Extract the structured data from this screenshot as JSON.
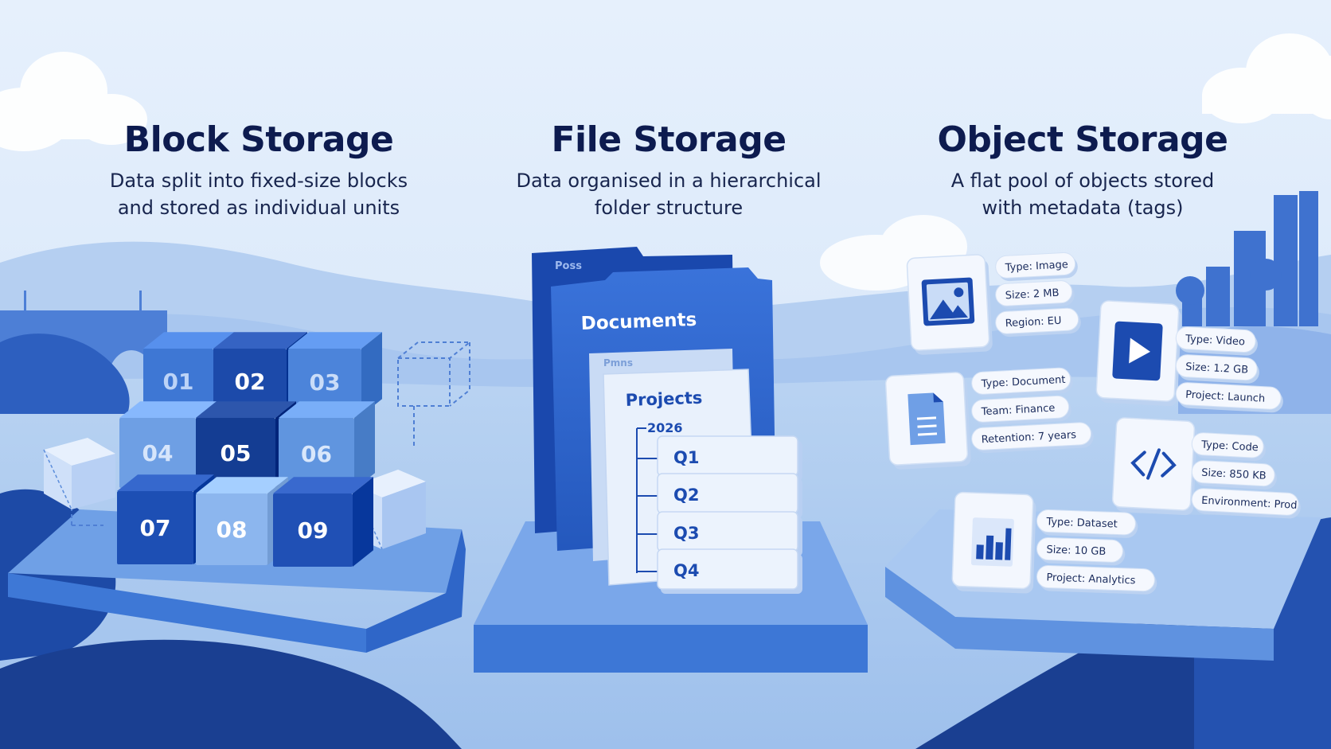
{
  "block": {
    "title": "Block Storage",
    "subtitle_line1": "Data split into fixed-size blocks",
    "subtitle_line2": "and stored as individual units",
    "blocks": [
      "01",
      "02",
      "03",
      "04",
      "05",
      "06",
      "07",
      "08",
      "09"
    ]
  },
  "file": {
    "title": "File Storage",
    "subtitle_line1": "Data organised in a hierarchical",
    "subtitle_line2": "folder structure",
    "back_folder_tab": "Poss",
    "root_folder": "Documents",
    "sub_folder_tab": "Pmns",
    "sub_folder": "Projects",
    "year": "2026",
    "quarters": [
      "Q1",
      "Q2",
      "Q3",
      "Q4"
    ]
  },
  "object": {
    "title": "Object Storage",
    "subtitle_line1": "A flat pool of objects stored",
    "subtitle_line2": "with metadata (tags)",
    "objects": {
      "image": {
        "icon": "image-icon",
        "tags": [
          "Type: Image",
          "Size: 2 MB",
          "Region: EU"
        ]
      },
      "video": {
        "icon": "play-icon",
        "tags": [
          "Type: Video",
          "Size: 1.2 GB",
          "Project: Launch"
        ]
      },
      "document": {
        "icon": "document-icon",
        "tags": [
          "Type: Document",
          "Team: Finance",
          "Retention: 7 years"
        ]
      },
      "code": {
        "icon": "code-icon",
        "tags": [
          "Type: Code",
          "Size: 850 KB",
          "Environment: Prod"
        ]
      },
      "dataset": {
        "icon": "bar-chart-icon",
        "tags": [
          "Type: Dataset",
          "Size: 10 GB",
          "Project: Analytics"
        ]
      }
    }
  },
  "colors": {
    "title": "#0d1b4f",
    "primary_blue": "#1e56c4",
    "dark_blue": "#173f99",
    "light_blue": "#7fa8e6",
    "background": "#dcebfb"
  }
}
